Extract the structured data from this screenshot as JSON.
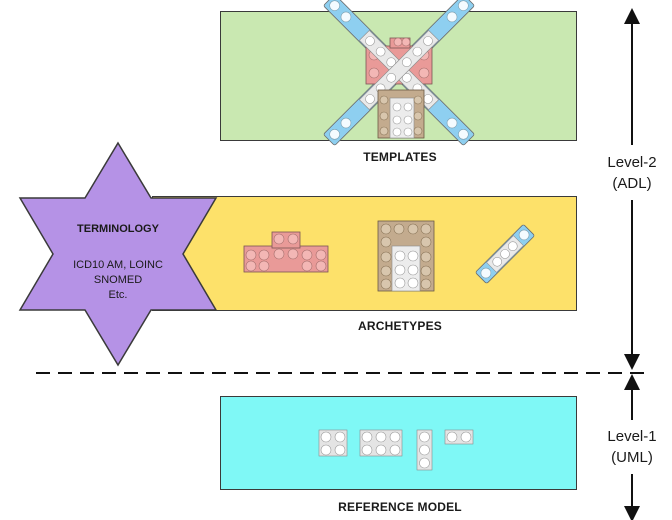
{
  "templates": {
    "caption": "TEMPLATES"
  },
  "archetypes": {
    "caption": "ARCHETYPES"
  },
  "reference_model": {
    "caption": "REFERENCE MODEL"
  },
  "terminology": {
    "title": "TERMINOLOGY",
    "lines": [
      "ICD10 AM, LOINC",
      "SNOMED",
      "Etc."
    ]
  },
  "levels": {
    "level2": {
      "line1": "Level-2",
      "line2": "(ADL)"
    },
    "level1": {
      "line1": "Level-1",
      "line2": "(UML)"
    }
  },
  "colors": {
    "templates_fill": "#c9e8b1",
    "archetypes_fill": "#fde16a",
    "reference_fill": "#7ff8f6",
    "terminology_fill": "#b592e6",
    "brick_pink": "#e99a98",
    "brick_tan": "#c3ab8e",
    "brick_white": "#e9e9e9",
    "brick_blue": "#8ecff0"
  }
}
